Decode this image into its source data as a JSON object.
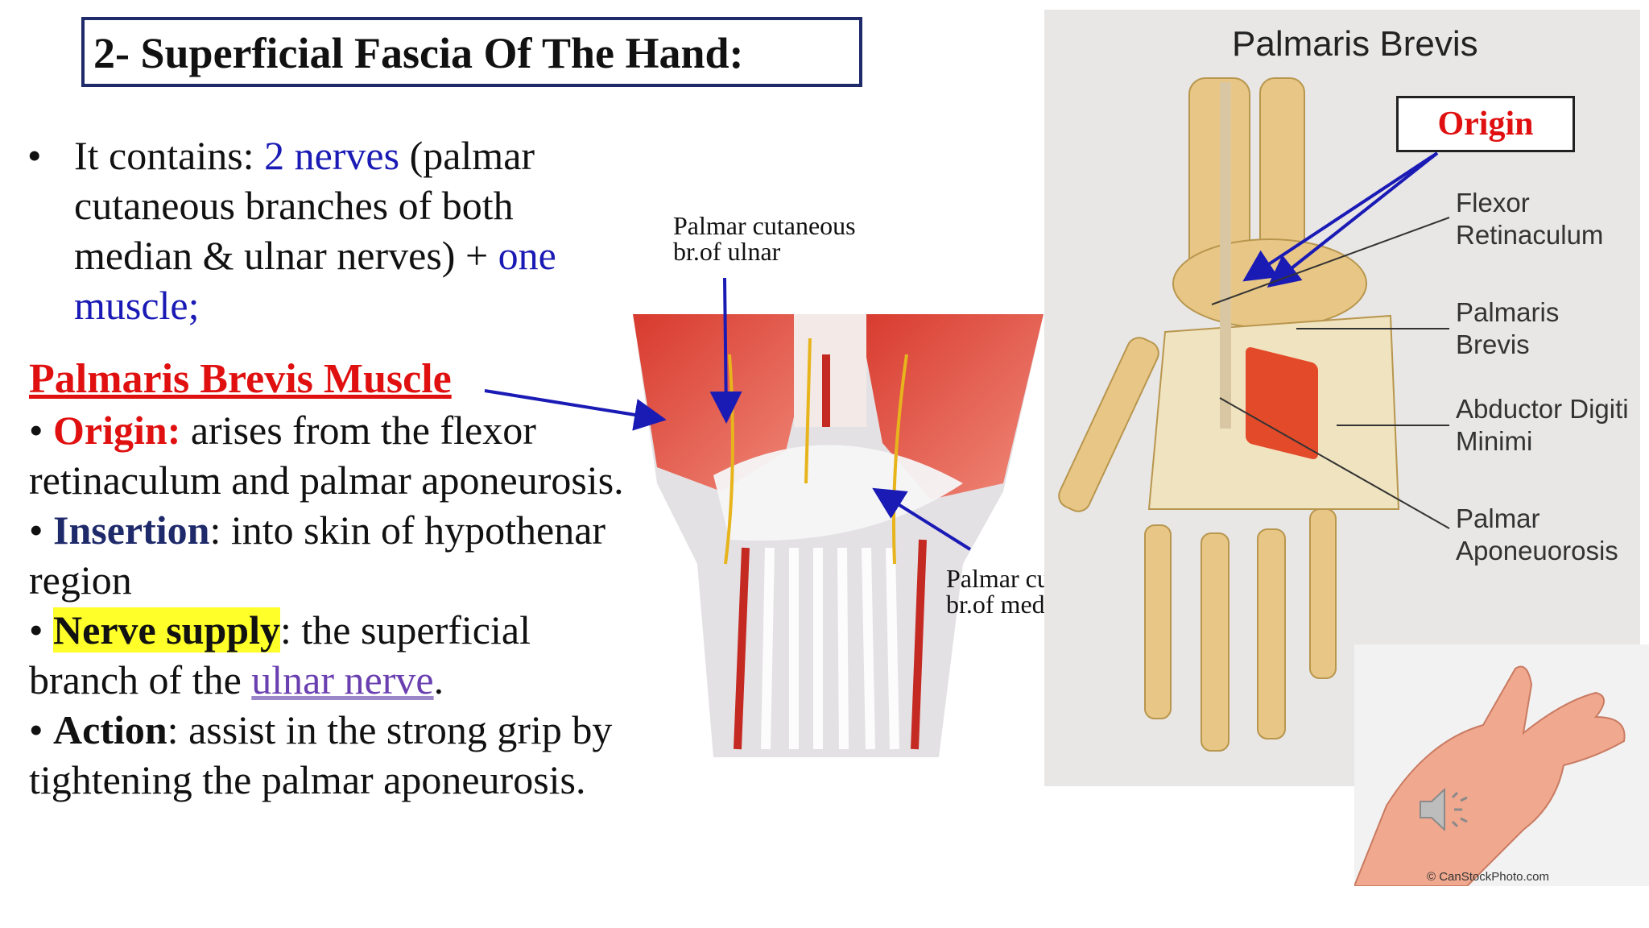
{
  "title": "2- Superficial Fascia Of The Hand:",
  "intro": {
    "bullet": "•",
    "part1": "It contains: ",
    "part2": "2 nerves",
    "part3": " (palmar cutaneous branches of both median & ulnar nerves) + ",
    "part4": "one muscle;"
  },
  "muscle_heading": "Palmaris Brevis Muscle",
  "details": {
    "origin_bullet": "• ",
    "origin_label": "Origin:",
    "origin_text": " arises from the flexor retinaculum and palmar aponeurosis.",
    "insertion_bullet": "• ",
    "insertion_label": "Insertion",
    "insertion_text": ": into skin of hypothenar region",
    "nerve_bullet": "• ",
    "nerve_label": "Nerve supply",
    "nerve_text1": ": the superficial branch of the ",
    "nerve_link": "ulnar nerve",
    "nerve_text2": ".",
    "action_bullet": "• ",
    "action_label": "Action",
    "action_text": ": assist in the strong grip by tightening the palmar aponeurosis."
  },
  "center_labels": {
    "ulnar_line1": "Palmar cutaneous",
    "ulnar_line2": "br.of ulnar",
    "median_line1": "Palmar cutaneous",
    "median_line2": "br.of median"
  },
  "right_panel": {
    "title": "Palmaris Brevis",
    "origin": "Origin",
    "labels": [
      {
        "line1": "Flexor",
        "line2": "Retinaculum"
      },
      {
        "line1": "Palmaris",
        "line2": "Brevis"
      },
      {
        "line1": "Abductor Digiti",
        "line2": "Minimi"
      },
      {
        "line1": "Palmar",
        "line2": "Aponeuorosis"
      }
    ],
    "copyright": "© CanStockPhoto.com"
  },
  "icons": {
    "speaker": "speaker-icon"
  }
}
